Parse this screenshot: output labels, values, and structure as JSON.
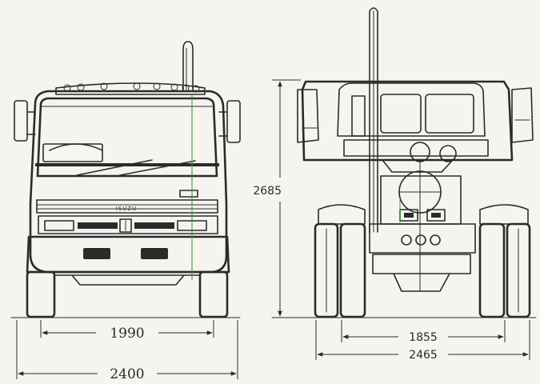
{
  "dimensions": {
    "front_track": "1990",
    "front_overall_width": "2400",
    "rear_track": "1855",
    "rear_overall_width": "2465",
    "overall_height": "2685"
  },
  "colors": {
    "ink": "#2b2b2b",
    "paper": "#f5f4ef",
    "accent_line": "#3a8c3a"
  }
}
